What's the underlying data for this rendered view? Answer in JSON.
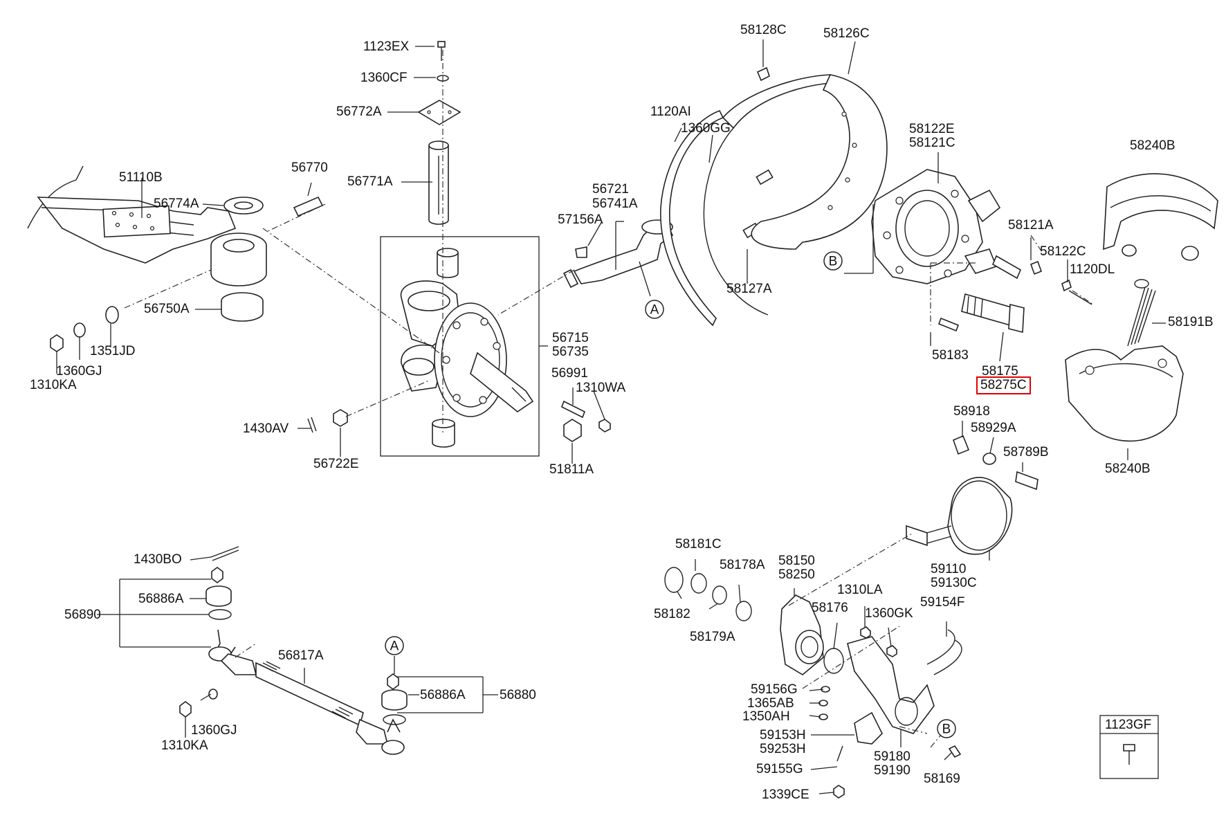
{
  "labels": {
    "p1123EX": "1123EX",
    "p1360CF": "1360CF",
    "p56772A": "56772A",
    "p56771A": "56771A",
    "p56770": "56770",
    "p51110B": "51110B",
    "p56774A": "56774A",
    "p56750A": "56750A",
    "p1351JD": "1351JD",
    "p1360GJ_top": "1360GJ",
    "p1310KA_top": "1310KA",
    "p56721": "56721",
    "p56741A": "56741A",
    "p57156A": "57156A",
    "p56715": "56715",
    "p56735": "56735",
    "p56991": "56991",
    "p1310WA": "1310WA",
    "p1430AV": "1430AV",
    "p56722E": "56722E",
    "p51811A": "51811A",
    "p58128C": "58128C",
    "p58126C": "58126C",
    "p1120AI": "1120AI",
    "p1360GG": "1360GG",
    "p58127A": "58127A",
    "p58122E": "58122E",
    "p58121C": "58121C",
    "p58121A": "58121A",
    "p58122C": "58122C",
    "p1120DL": "1120DL",
    "p58240B_top": "58240B",
    "p58191B": "58191B",
    "p58183": "58183",
    "p58175": "58175",
    "p58275C": "58275C",
    "p58240B_bot": "58240B",
    "p58918": "58918",
    "p58929A": "58929A",
    "p58789B": "58789B",
    "p59110": "59110",
    "p59130C": "59130C",
    "p58181C": "58181C",
    "p58178A": "58178A",
    "p58150": "58150",
    "p58250": "58250",
    "p1310LA": "1310LA",
    "p58176": "58176",
    "p1360GK": "1360GK",
    "p59154F": "59154F",
    "p58182": "58182",
    "p58179A": "58179A",
    "p59156G": "59156G",
    "p1365AB": "1365AB",
    "p1350AH": "1350AH",
    "p59153H": "59153H",
    "p59253H": "59253H",
    "p59155G": "59155G",
    "p1339CE": "1339CE",
    "p59180": "59180",
    "p59190": "59190",
    "p58169": "58169",
    "p1123GF": "1123GF",
    "p1430BO": "1430BO",
    "p56886A_left": "56886A",
    "p56890": "56890",
    "p56817A": "56817A",
    "p56886A_right": "56886A",
    "p56880": "56880",
    "p1360GJ_bot": "1360GJ",
    "p1310KA_bot": "1310KA"
  },
  "callouts": {
    "a_top": "A",
    "a_bottom": "A",
    "b_left": "B",
    "b_right": "B"
  },
  "highlight_color": "#e00000"
}
